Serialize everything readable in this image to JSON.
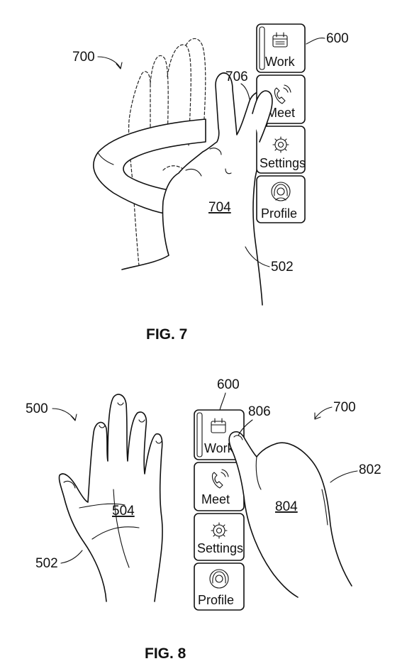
{
  "fig7": {
    "caption": "FIG. 7",
    "refs": {
      "r700": "700",
      "r600": "600",
      "r706": "706",
      "r704": "704",
      "r502": "502"
    },
    "menu": [
      "Work",
      "Meet",
      "Settings",
      "Profile"
    ]
  },
  "fig8": {
    "caption": "FIG. 8",
    "refs": {
      "r500": "500",
      "r600": "600",
      "r806": "806",
      "r700": "700",
      "r802": "802",
      "r804": "804",
      "r504": "504",
      "r502": "502"
    },
    "menu": [
      "Work",
      "Meet",
      "Settings",
      "Profile"
    ]
  },
  "icons": [
    "calendar-icon",
    "phone-icon",
    "gear-icon",
    "avatar-icon"
  ]
}
